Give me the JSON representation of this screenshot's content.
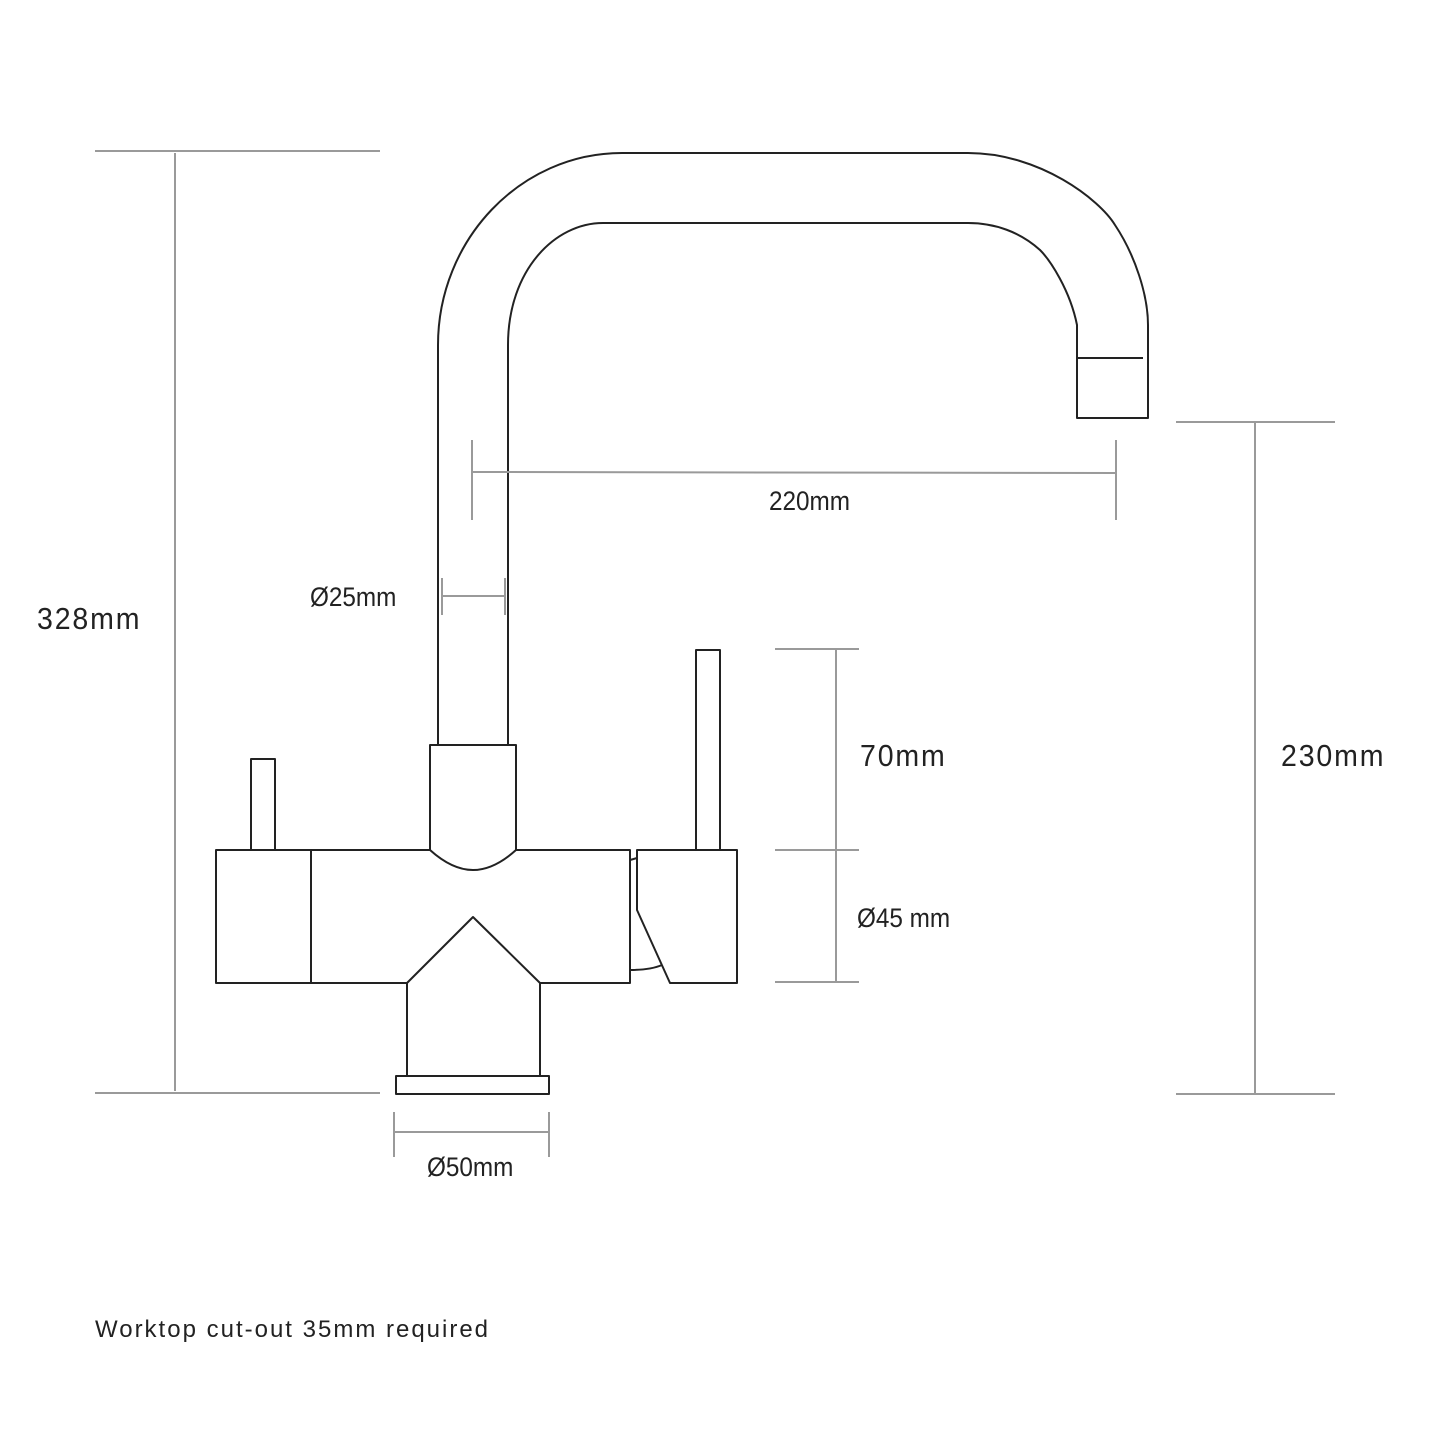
{
  "dimensions": {
    "total_height": "328mm",
    "spout_reach": "220mm",
    "pipe_diameter": "Ø25mm",
    "lever_height": "70mm",
    "body_diameter": "Ø45 mm",
    "spout_height": "230mm",
    "base_diameter": "Ø50mm"
  },
  "note": "Worktop cut-out 35mm required",
  "colors": {
    "outline": "#222222",
    "dimension_line": "#9a9a9a"
  }
}
